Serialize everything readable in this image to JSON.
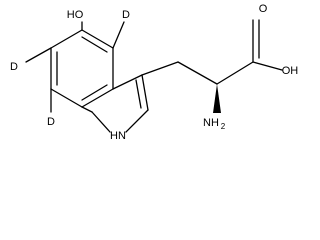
{
  "molecule": {
    "labels": {
      "ho": "HO",
      "d_top": "D",
      "d_left": "D",
      "d_bottom": "D",
      "nh": "H",
      "n": "N",
      "oh": "OH",
      "o": "O",
      "nh2_n": "NH",
      "nh2_sub": "2"
    }
  }
}
